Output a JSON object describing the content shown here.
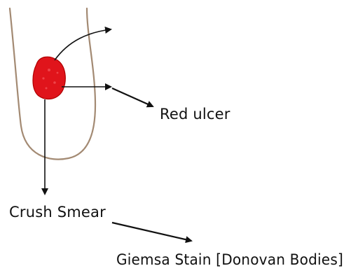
{
  "labels": {
    "red_ulcer": "Red ulcer",
    "crush_smear": "Crush Smear",
    "giemsa_stain": "Giemsa Stain [Donovan Bodies]"
  },
  "colors": {
    "ulcer_fill": "#e0141b",
    "ulcer_outline": "#b00000",
    "outline": "#a38a73",
    "arrow": "#111111",
    "text": "#111111"
  }
}
